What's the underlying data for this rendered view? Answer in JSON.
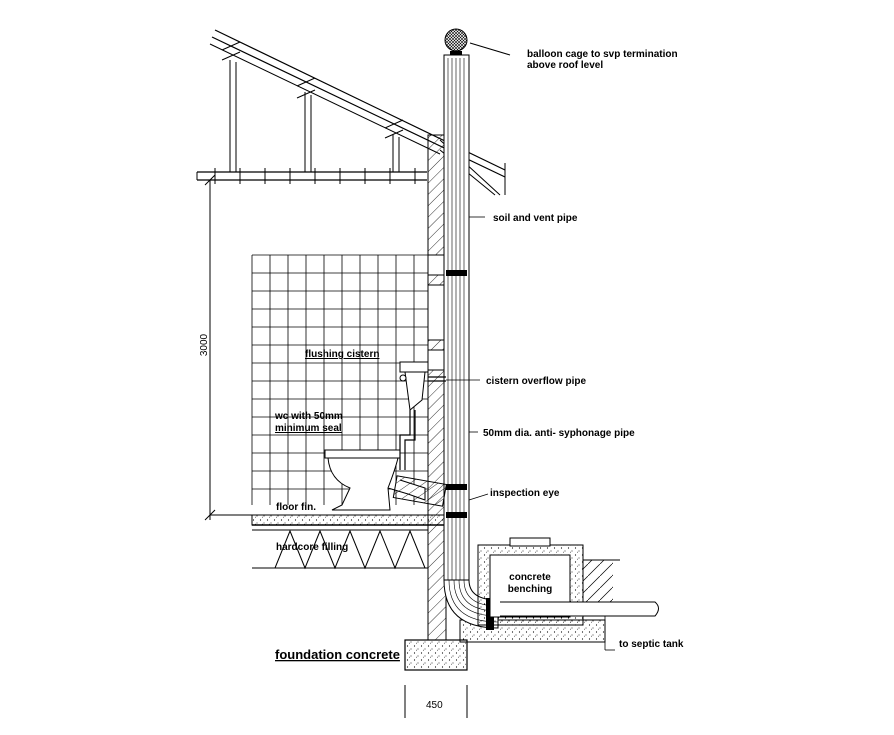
{
  "labels": {
    "balloon_cage_1": "balloon cage to svp termination",
    "balloon_cage_2": "above roof level",
    "soil_vent_pipe": "soil and vent pipe",
    "flushing_cistern": "flushing cistern",
    "cistern_overflow": "cistern overflow pipe",
    "wc_seal_1": "wc with 50mm",
    "wc_seal_2": "minimum seal",
    "anti_syphonage": "50mm dia. anti- syphonage pipe",
    "inspection_eye": "inspection eye",
    "floor_fin": "floor fin.",
    "hardcore_filling": "hardcore filling",
    "concrete_benching_1": "concrete",
    "concrete_benching_2": "benching",
    "to_septic_tank": "to septic tank",
    "foundation_concrete": "foundation concrete"
  },
  "dimensions": {
    "height": "3000",
    "wall_width": "450"
  }
}
